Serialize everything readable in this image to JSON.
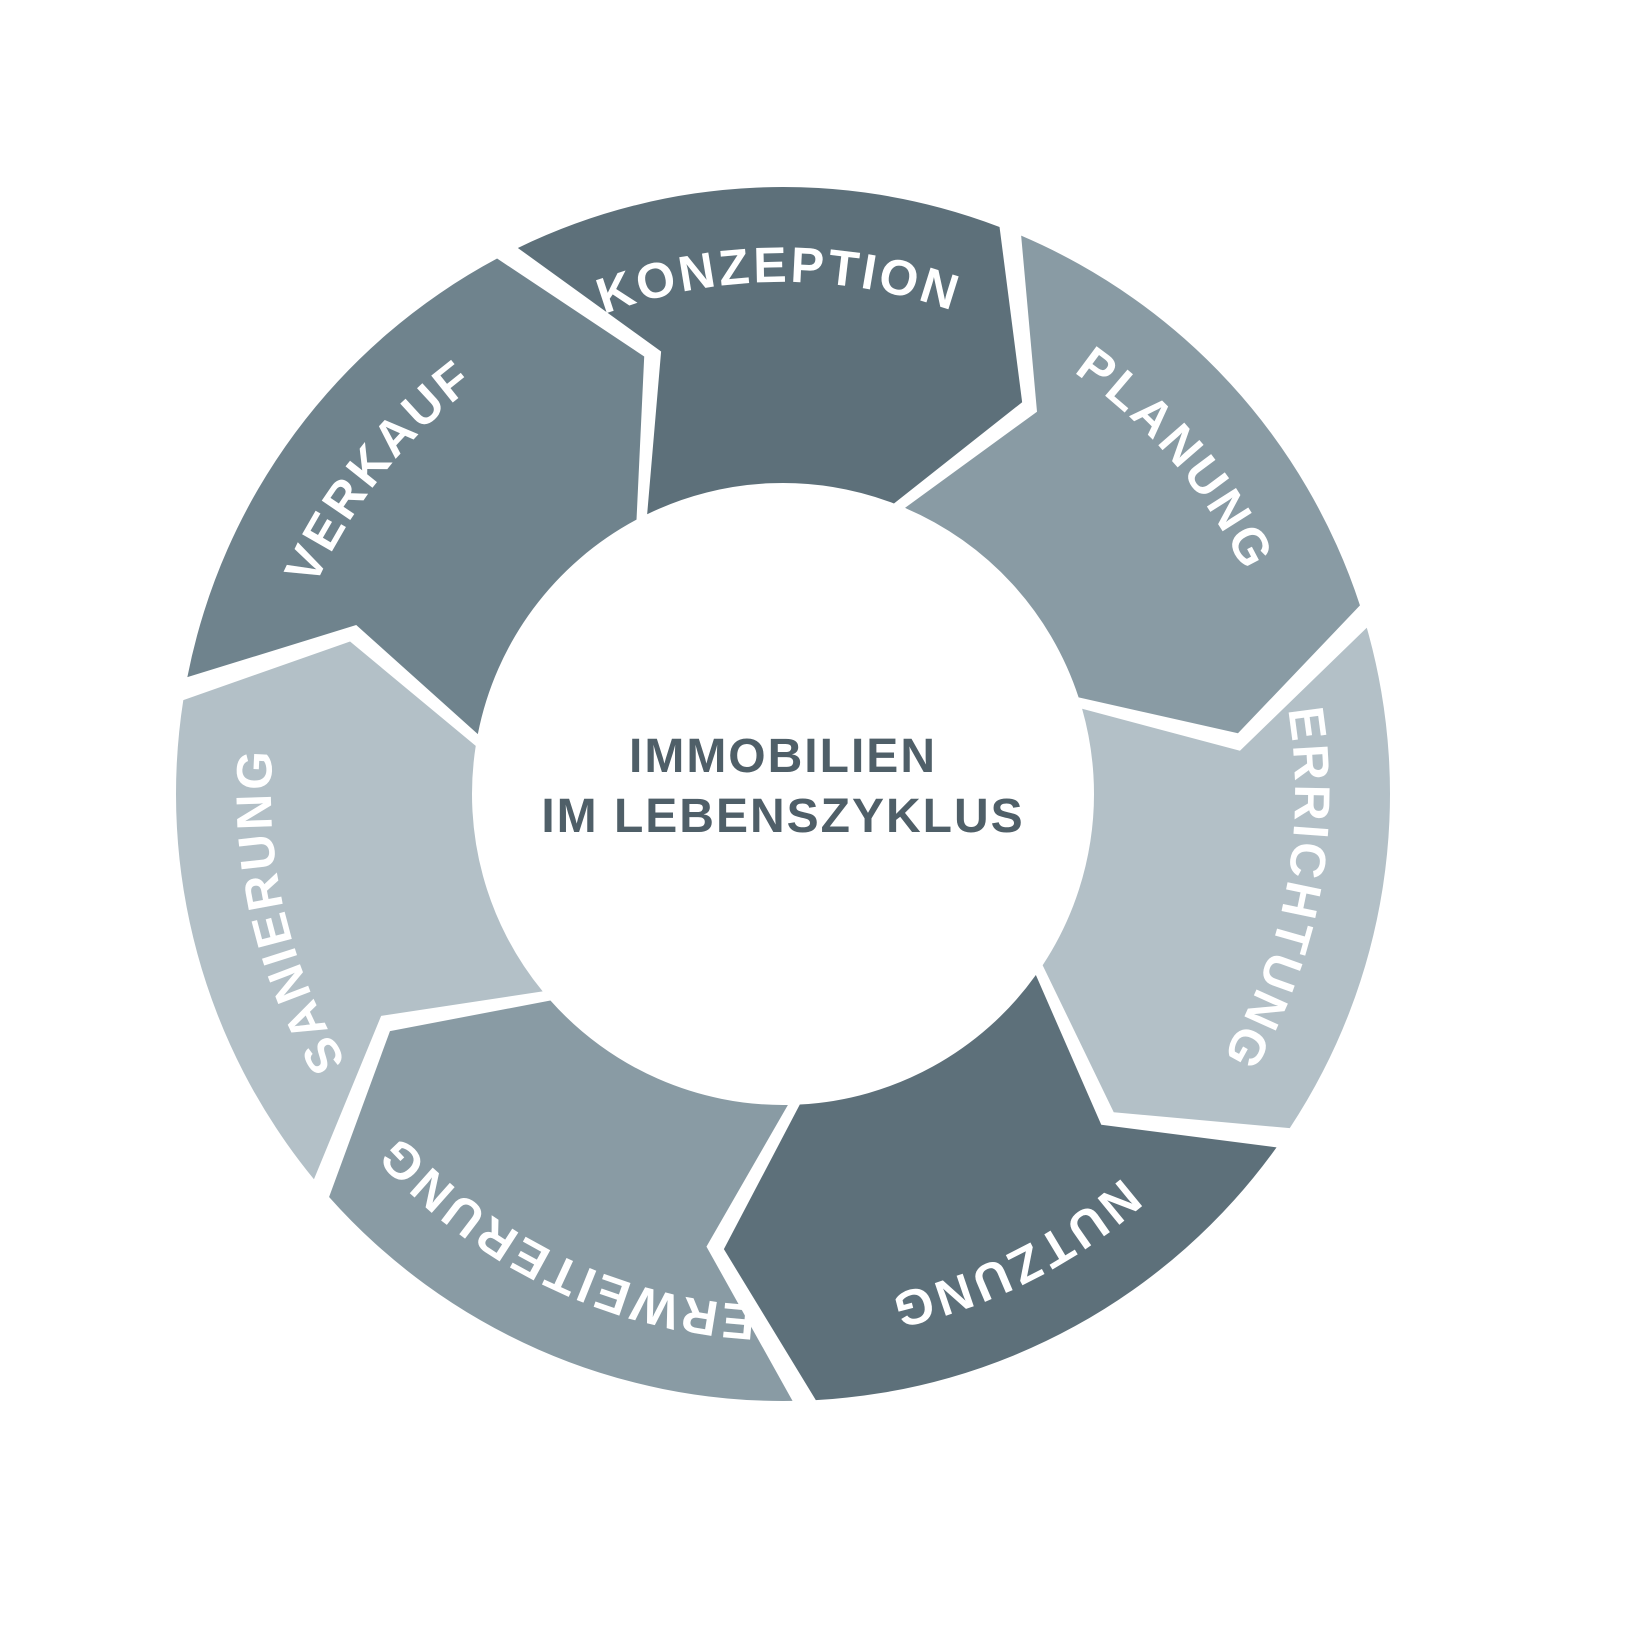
{
  "center": {
    "line1": "IMMOBILIEN",
    "line2": "IM LEBENSZYKLUS"
  },
  "segments": [
    {
      "label": "KONZEPTION",
      "color": "#5d707a"
    },
    {
      "label": "PLANUNG",
      "color": "#899ba4"
    },
    {
      "label": "ERRICHTUNG",
      "color": "#b3c0c7"
    },
    {
      "label": "NUTZUNG",
      "color": "#5d707a"
    },
    {
      "label": "ERWEITERUNG",
      "color": "#899ba4"
    },
    {
      "label": "SANIERUNG",
      "color": "#b3c0c7"
    },
    {
      "label": "VERKAUF",
      "color": "#6f838d"
    }
  ]
}
